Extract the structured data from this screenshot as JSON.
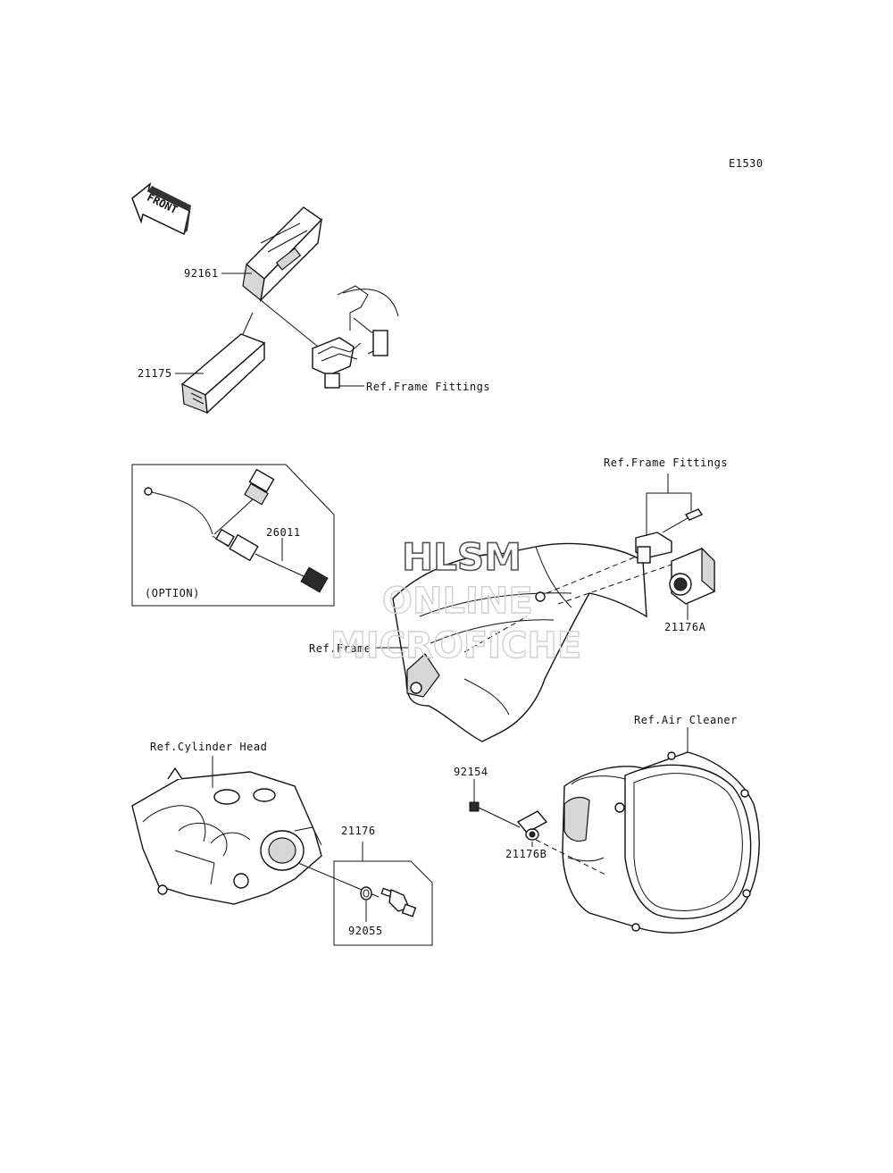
{
  "diagram_code": "E1530",
  "front_arrow": {
    "label": "FRONT"
  },
  "parts": {
    "p92161": "92161",
    "p21175": "21175",
    "p26011": "26011",
    "p21176A": "21176A",
    "p21176": "21176",
    "p92055": "92055",
    "p92154": "92154",
    "p21176B": "21176B"
  },
  "refs": {
    "frame_fittings_top": "Ref.Frame Fittings",
    "frame_fittings_mid": "Ref.Frame Fittings",
    "frame": "Ref.Frame",
    "cylinder_head": "Ref.Cylinder Head",
    "air_cleaner": "Ref.Air Cleaner"
  },
  "option_box": {
    "label": "(OPTION)"
  },
  "watermark": {
    "line1": "HLSM",
    "line2": "ONLINE",
    "line3": "MICROFICHE"
  },
  "colors": {
    "line": "#111111",
    "background": "#ffffff",
    "watermark_outline": "#555555"
  }
}
